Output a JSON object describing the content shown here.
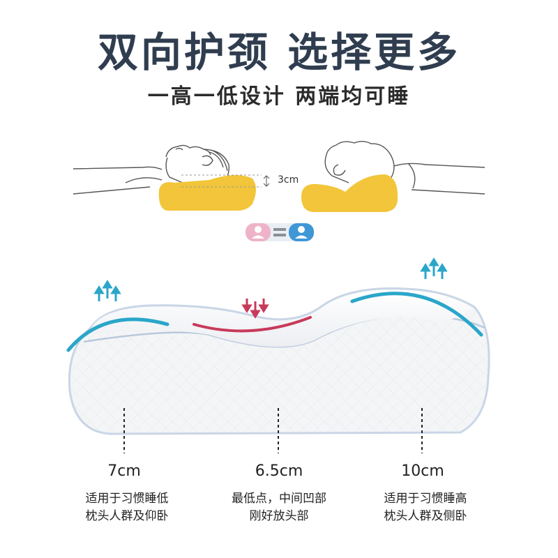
{
  "header": {
    "title": "双向护颈 选择更多",
    "subtitle": "一高一低设计 两端均可睡"
  },
  "illustration": {
    "height_diff_label": "3cm"
  },
  "zones": [
    {
      "height": "7cm",
      "desc_line1": "适用于习惯睡低",
      "desc_line2": "枕头人群及仰卧"
    },
    {
      "height": "6.5cm",
      "desc_line1": "最低点，中间凹部",
      "desc_line2": "刚好放头部"
    },
    {
      "height": "10cm",
      "desc_line1": "适用于习惯睡高",
      "desc_line2": "枕头人群及侧卧"
    }
  ],
  "colors": {
    "title": "#2f3d4f",
    "pillow_yellow": "#f2c53a",
    "lift_arrow": "#2aa6c9",
    "press_arrow": "#c83a5a",
    "female_icon": "#e8a6c0",
    "male_icon": "#3f97d6"
  },
  "icons": [
    "female-user-icon",
    "equals-icon",
    "male-user-icon",
    "up-arrows-icon",
    "down-arrows-icon"
  ]
}
